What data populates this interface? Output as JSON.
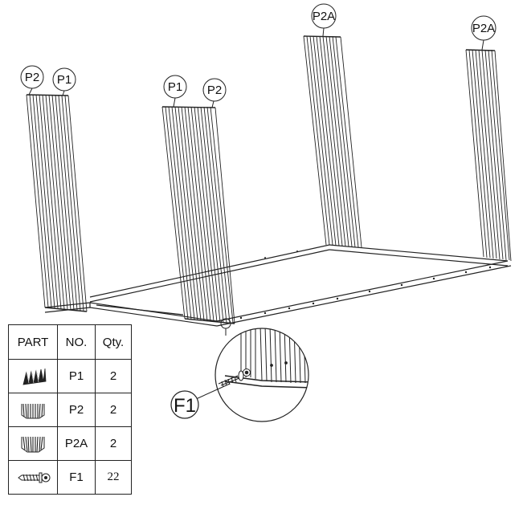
{
  "callouts": {
    "left_front": "P2",
    "left_back": "P1",
    "mid_first": "P1",
    "mid_second": "P2",
    "back_left": "P2A",
    "back_right": "P2A"
  },
  "detail": {
    "label": "F1"
  },
  "table": {
    "headers": {
      "part": "PART",
      "no": "NO.",
      "qty": "Qty."
    },
    "rows": [
      {
        "icon": "panel-p1-icon",
        "no": "P1",
        "qty": "2"
      },
      {
        "icon": "panel-p2-icon",
        "no": "P2",
        "qty": "2"
      },
      {
        "icon": "panel-p2a-icon",
        "no": "P2A",
        "qty": "2"
      },
      {
        "icon": "screw-f1-icon",
        "no": "F1",
        "qty": "22"
      }
    ]
  }
}
